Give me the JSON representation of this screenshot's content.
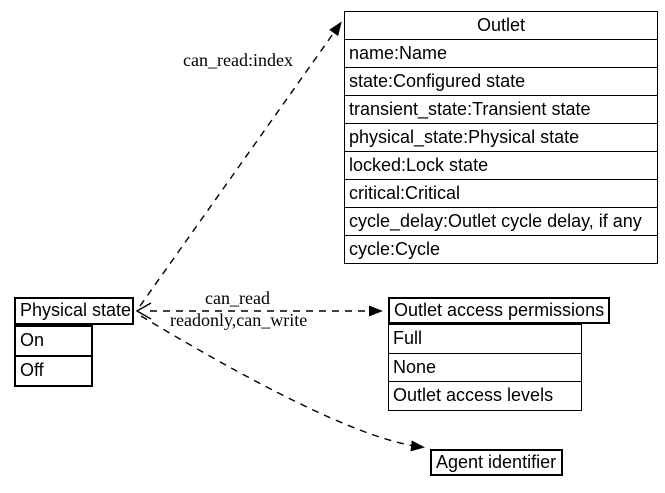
{
  "diagram": {
    "outlet_class": {
      "title": "Outlet",
      "rows": [
        "name:Name",
        "state:Configured state",
        "transient_state:Transient state",
        "physical_state:Physical state",
        "locked:Lock state",
        "critical:Critical",
        "cycle_delay:Outlet cycle delay, if any",
        "cycle:Cycle"
      ]
    },
    "physical_state_enum": {
      "title": "Physical state",
      "rows": [
        "On",
        "Off"
      ]
    },
    "permissions_enum": {
      "title": "Outlet access permissions",
      "rows": [
        "Full",
        "None",
        "Outlet access levels"
      ]
    },
    "agent_box": {
      "title": "Agent identifier"
    },
    "edges": {
      "outlet_edge": {
        "label": "can_read:index"
      },
      "permissions_edge": {
        "label_top": "can_read",
        "label_bottom": "readonly,can_write"
      },
      "agent_edge": {
        "label": ""
      }
    },
    "colors": {
      "line": "#000000",
      "background": "#ffffff",
      "text": "#000000"
    }
  }
}
